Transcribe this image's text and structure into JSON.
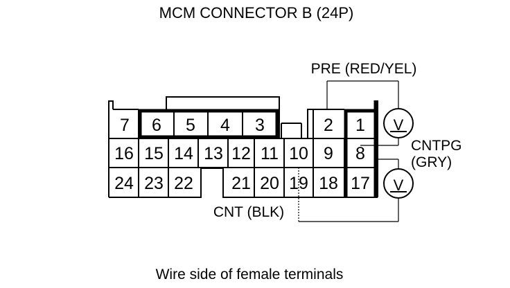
{
  "title": "MCM CONNECTOR B (24P)",
  "caption": "Wire side of female terminals",
  "labels": {
    "pre": "PRE (RED/YEL)",
    "cntpg_line1": "CNTPG",
    "cntpg_line2": "(GRY)",
    "cnt": "CNT (BLK)"
  },
  "meter_symbol": "V",
  "pins": {
    "p1": "1",
    "p2": "2",
    "p3": "3",
    "p4": "4",
    "p5": "5",
    "p6": "6",
    "p7": "7",
    "p8": "8",
    "p9": "9",
    "p10": "10",
    "p11": "11",
    "p12": "12",
    "p13": "13",
    "p14": "14",
    "p15": "15",
    "p16": "16",
    "p17": "17",
    "p18": "18",
    "p19": "19",
    "p20": "20",
    "p21": "21",
    "p22": "22",
    "p23": "23",
    "p24": "24"
  }
}
